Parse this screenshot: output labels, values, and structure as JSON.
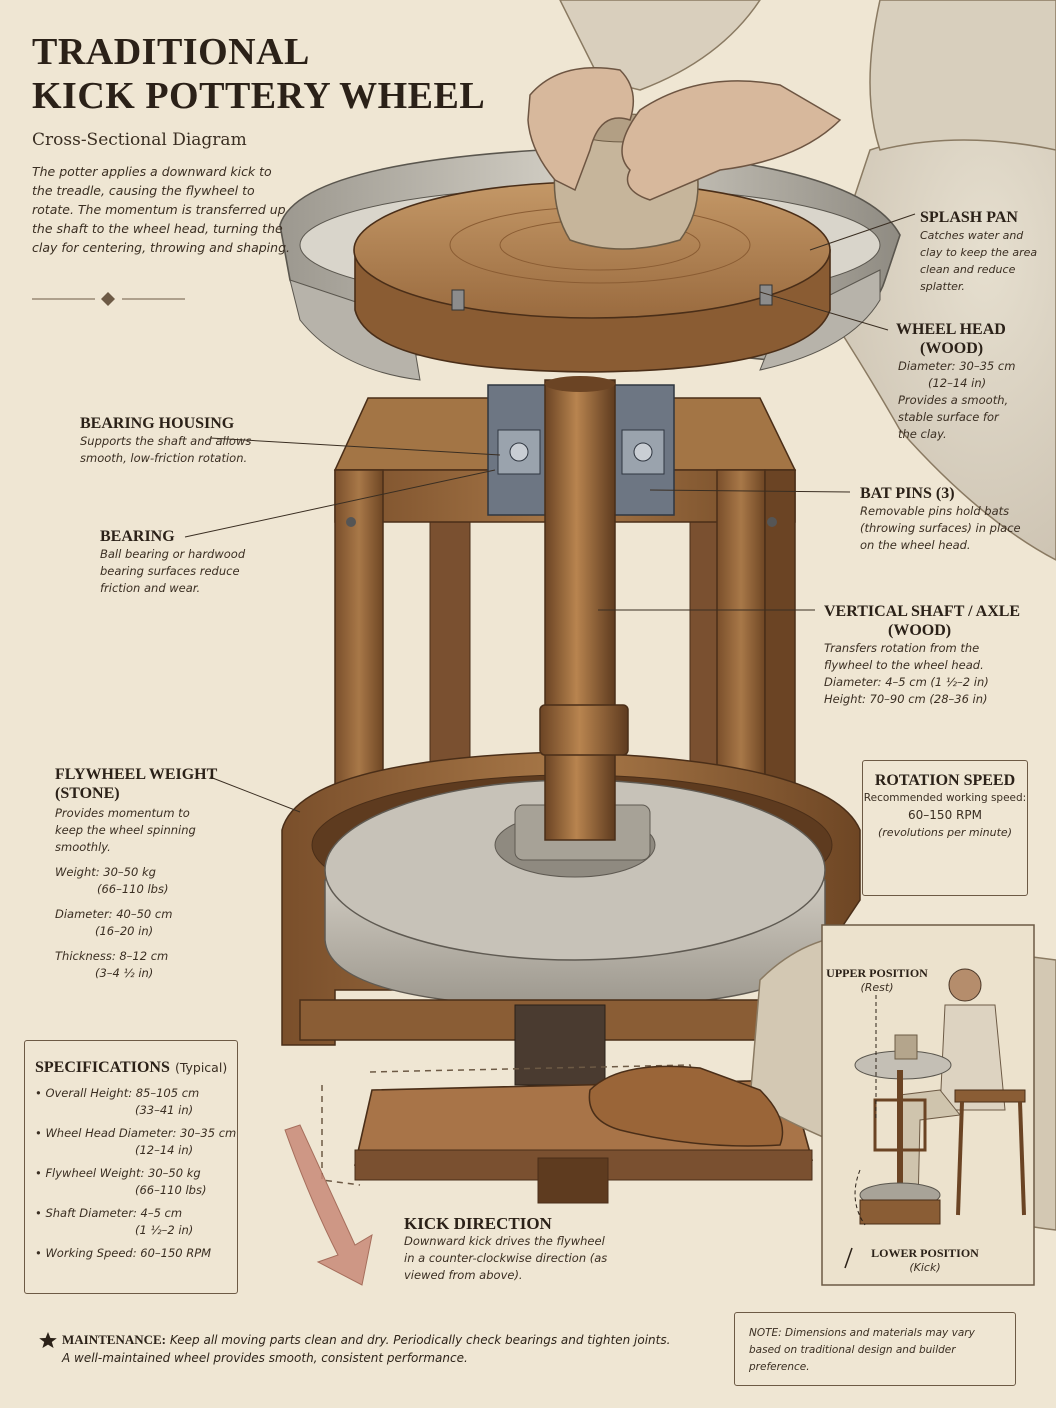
{
  "header": {
    "title_line1": "TRADITIONAL",
    "title_line2": "KICK POTTERY WHEEL",
    "subtitle": "Cross-Sectional Diagram",
    "intro": "The potter applies a downward kick to the treadle, causing the flywheel to rotate. The momentum is transferred up the shaft to the wheel head, turning the clay for centering, throwing and shaping."
  },
  "labels": {
    "splash_pan": {
      "title": "SPLASH PAN",
      "text": "Catches water and clay to keep the area clean and reduce splatter."
    },
    "wheel_head": {
      "title": "WHEEL HEAD",
      "title2": "(WOOD)",
      "line1": "Diameter: 30–35 cm",
      "line2": "(12–14 in)",
      "text": "Provides a smooth, stable surface for the clay."
    },
    "bearing_housing": {
      "title": "BEARING HOUSING",
      "text": "Supports the shaft and allows smooth, low-friction rotation."
    },
    "bearing": {
      "title": "BEARING",
      "text": "Ball bearing or hardwood bearing surfaces reduce friction and wear."
    },
    "bat_pins": {
      "title": "BAT PINS (3)",
      "text": "Removable pins hold bats (throwing surfaces) in place on the wheel head."
    },
    "shaft": {
      "title": "VERTICAL SHAFT / AXLE",
      "title2": "(WOOD)",
      "text": "Transfers rotation from the flywheel to the wheel head.",
      "line1": "Diameter: 4–5 cm (1 ½–2 in)",
      "line2": "Height: 70–90 cm (28–36 in)"
    },
    "flywheel": {
      "title": "FLYWHEEL WEIGHT",
      "title2": "(STONE)",
      "text": "Provides momentum to keep the wheel spinning smoothly.",
      "weight": "Weight: 30–50 kg",
      "weight2": "(66–110 lbs)",
      "diameter": "Diameter: 40–50 cm",
      "diameter2": "(16–20 in)",
      "thickness": "Thickness: 8–12 cm",
      "thickness2": "(3–4 ½ in)"
    },
    "kick": {
      "title": "KICK DIRECTION",
      "text": "Downward kick drives the flywheel in a counter-clockwise direction (as viewed from above)."
    }
  },
  "rotation": {
    "title": "ROTATION SPEED",
    "line1": "Recommended working speed:",
    "line2": "60–150 RPM",
    "line3": "(revolutions per minute)"
  },
  "inset": {
    "upper": "UPPER POSITION",
    "upper_sub": "(Rest)",
    "lower": "LOWER POSITION",
    "lower_sub": "(Kick)"
  },
  "specs": {
    "title": "SPECIFICATIONS",
    "title_sub": "(Typical)",
    "items": [
      {
        "label": "Overall Height: 85–105 cm",
        "sub": "(33–41 in)"
      },
      {
        "label": "Wheel Head Diameter: 30–35 cm",
        "sub": "(12–14 in)"
      },
      {
        "label": "Flywheel Weight: 30–50 kg",
        "sub": "(66–110 lbs)"
      },
      {
        "label": "Shaft Diameter: 4–5 cm",
        "sub": "(1 ½–2 in)"
      },
      {
        "label": "Working Speed: 60–150 RPM",
        "sub": ""
      }
    ]
  },
  "maintenance": {
    "label": "MAINTENANCE:",
    "text1": "Keep all moving parts clean and dry. Periodically check bearings and tighten joints.",
    "text2": "A well-maintained wheel provides smooth, consistent performance."
  },
  "note": "NOTE:  Dimensions and materials may vary based on traditional design and builder preference.",
  "colors": {
    "paper": "#efe6d3",
    "wood": "#9a6b3f",
    "wood_dark": "#6b4526",
    "stone": "#bdb8ae",
    "ink": "#2b2118",
    "arrow": "#c07060"
  }
}
